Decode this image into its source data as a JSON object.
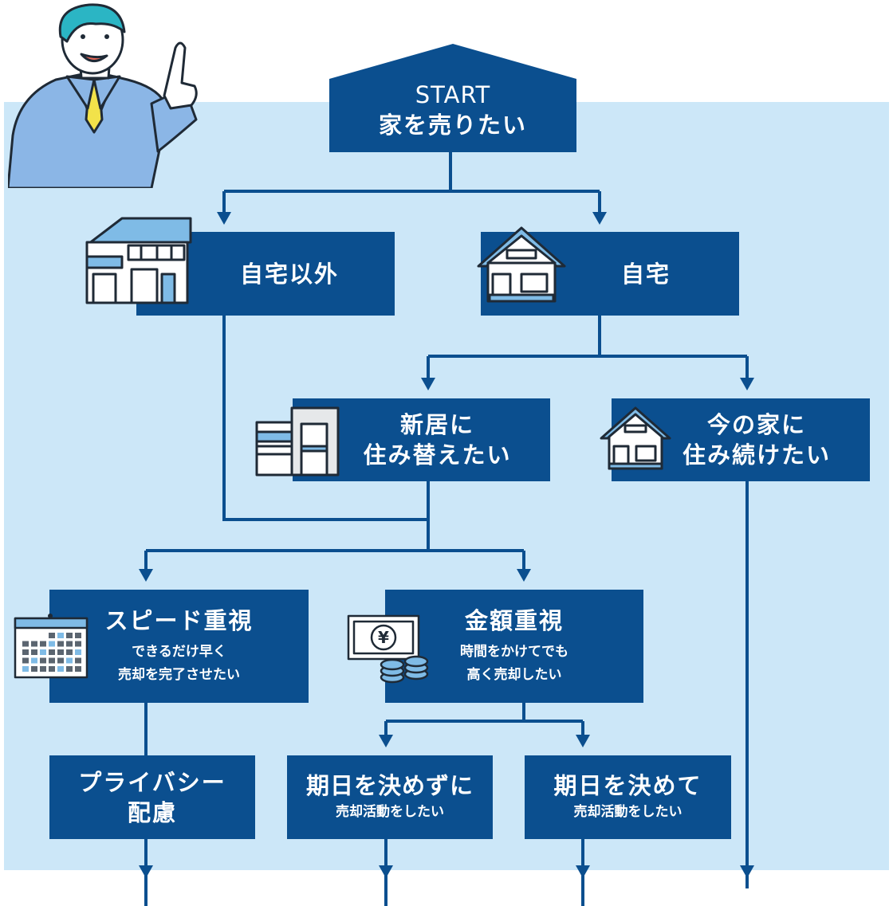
{
  "start": {
    "line1": "START",
    "line2": "家を売りたい"
  },
  "nodes": {
    "not_own_home": "自宅以外",
    "own_home": "自宅",
    "move_new": {
      "line1": "新居に",
      "line2": "住み替えたい"
    },
    "keep_living": {
      "line1": "今の家に",
      "line2": "住み続けたい"
    },
    "speed": {
      "title": "スピード重視",
      "sub1": "できるだけ早く",
      "sub2": "売却を完了させたい"
    },
    "amount": {
      "title": "金額重視",
      "sub1": "時間をかけてでも",
      "sub2": "高く売却したい"
    },
    "privacy": {
      "line1": "プライバシー",
      "line2": "配慮"
    },
    "no_deadline": {
      "title": "期日を決めずに",
      "sub": "売却活動をしたい"
    },
    "with_deadline": {
      "title": "期日を決めて",
      "sub": "売却活動をしたい"
    }
  },
  "icons": {
    "money_symbol": "¥"
  },
  "colors": {
    "box": "#0b4f8f",
    "line": "#0b4f8f",
    "background": "#cce7f8",
    "accent": "#7fbbe6"
  }
}
